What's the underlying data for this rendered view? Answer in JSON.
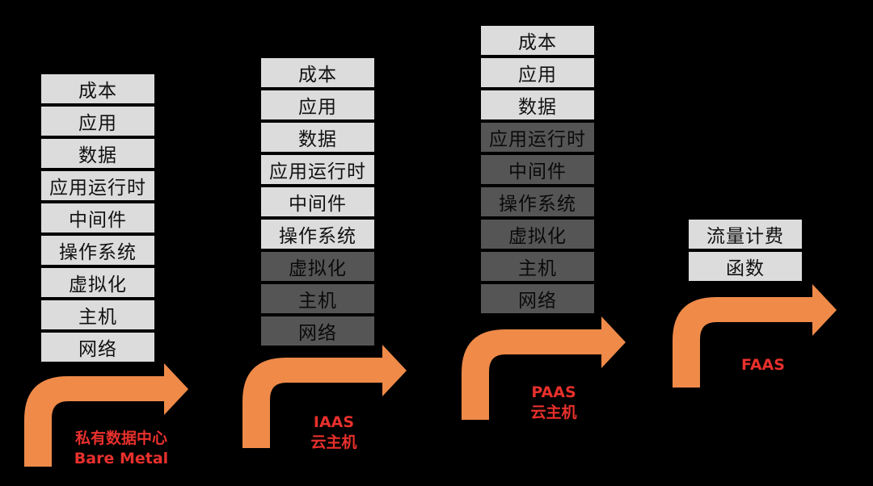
{
  "colors": {
    "background": "#000000",
    "self_managed_layer": "#dcdcdc",
    "provider_managed_layer": "#555555",
    "arrow": "#ef8a49",
    "caption": "#e8302c"
  },
  "stages": [
    {
      "caption_line1": "私有数据中心",
      "caption_line2": "Bare Metal",
      "layers": [
        {
          "label": "成本",
          "managed": "self"
        },
        {
          "label": "应用",
          "managed": "self"
        },
        {
          "label": "数据",
          "managed": "self"
        },
        {
          "label": "应用运行时",
          "managed": "self"
        },
        {
          "label": "中间件",
          "managed": "self"
        },
        {
          "label": "操作系统",
          "managed": "self"
        },
        {
          "label": "虚拟化",
          "managed": "self"
        },
        {
          "label": "主机",
          "managed": "self"
        },
        {
          "label": "网络",
          "managed": "self"
        }
      ]
    },
    {
      "caption_line1": "IAAS",
      "caption_line2": "云主机",
      "layers": [
        {
          "label": "成本",
          "managed": "self"
        },
        {
          "label": "应用",
          "managed": "self"
        },
        {
          "label": "数据",
          "managed": "self"
        },
        {
          "label": "应用运行时",
          "managed": "self"
        },
        {
          "label": "中间件",
          "managed": "self"
        },
        {
          "label": "操作系统",
          "managed": "self"
        },
        {
          "label": "虚拟化",
          "managed": "provider"
        },
        {
          "label": "主机",
          "managed": "provider"
        },
        {
          "label": "网络",
          "managed": "provider"
        }
      ]
    },
    {
      "caption_line1": "PAAS",
      "caption_line2": "云主机",
      "layers": [
        {
          "label": "成本",
          "managed": "self"
        },
        {
          "label": "应用",
          "managed": "self"
        },
        {
          "label": "数据",
          "managed": "self"
        },
        {
          "label": "应用运行时",
          "managed": "provider"
        },
        {
          "label": "中间件",
          "managed": "provider"
        },
        {
          "label": "操作系统",
          "managed": "provider"
        },
        {
          "label": "虚拟化",
          "managed": "provider"
        },
        {
          "label": "主机",
          "managed": "provider"
        },
        {
          "label": "网络",
          "managed": "provider"
        }
      ]
    },
    {
      "caption_line1": "FAAS",
      "caption_line2": "",
      "layers": [
        {
          "label": "流量计费",
          "managed": "self"
        },
        {
          "label": "函数",
          "managed": "self"
        }
      ]
    }
  ]
}
